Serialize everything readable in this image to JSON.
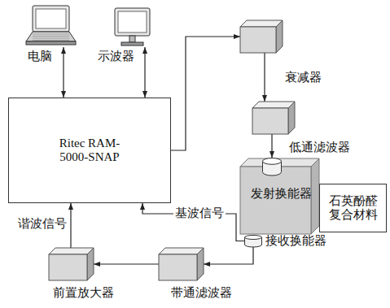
{
  "diagram": {
    "nodes": [
      {
        "text": [
          "电脑"
        ]
      },
      {
        "text": [
          "示波器"
        ]
      },
      {
        "text": [
          "Ritec RAM-5000-SNAP"
        ]
      },
      {
        "text": [
          "衰减器"
        ]
      },
      {
        "text": [
          "低通滤波器"
        ]
      },
      {
        "text": [
          "发射换能器"
        ]
      },
      {
        "text": [
          "石英酚醛复合材料"
        ]
      },
      {
        "text": [
          "接收换能器"
        ]
      },
      {
        "text": [
          "前置放大器"
        ]
      },
      {
        "text": [
          "带通滤波器"
        ]
      }
    ],
    "edges": [
      {
        "from": 2,
        "to": 0,
        "arrow": "both"
      },
      {
        "from": 2,
        "to": 1,
        "arrow": "both"
      },
      {
        "from": 2,
        "to": 3,
        "arrow": "to"
      },
      {
        "from": 3,
        "to": 4,
        "arrow": "to"
      },
      {
        "from": 4,
        "to": 5,
        "arrow": "to"
      },
      {
        "from": 7,
        "to": 2,
        "arrow": "to",
        "label": "基波信号"
      },
      {
        "from": 7,
        "to": 9,
        "arrow": "to"
      },
      {
        "from": 9,
        "to": 8,
        "arrow": "to"
      },
      {
        "from": 8,
        "to": 2,
        "arrow": "to",
        "label": "谐波信号"
      }
    ]
  }
}
